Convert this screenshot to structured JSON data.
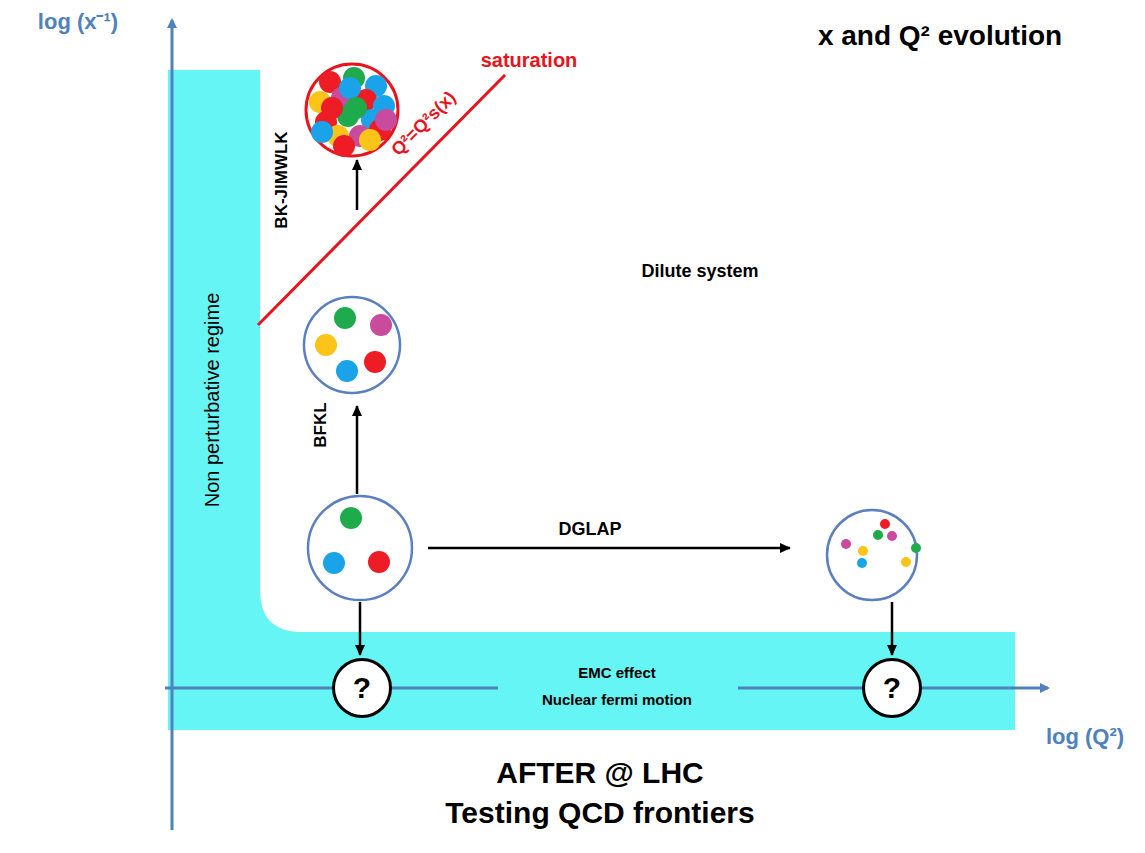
{
  "diagram": {
    "title": "x and Q² evolution",
    "nodes": [
      {
        "text": [
          "Non perturbative regime",
          "EMC effect",
          "Nuclear fermi motion"
        ]
      },
      {
        "text": [
          "?"
        ]
      },
      {
        "text": [
          "?"
        ]
      }
    ],
    "labels": [
      "log (x⁻¹)",
      "log (Q²)",
      "saturation",
      "Q²=Q²s(x)",
      "BK-JIMWLK",
      "BFKL",
      "Dilute system",
      "DGLAP",
      "AFTER @ LHC",
      "Testing QCD frontiers"
    ]
  }
}
